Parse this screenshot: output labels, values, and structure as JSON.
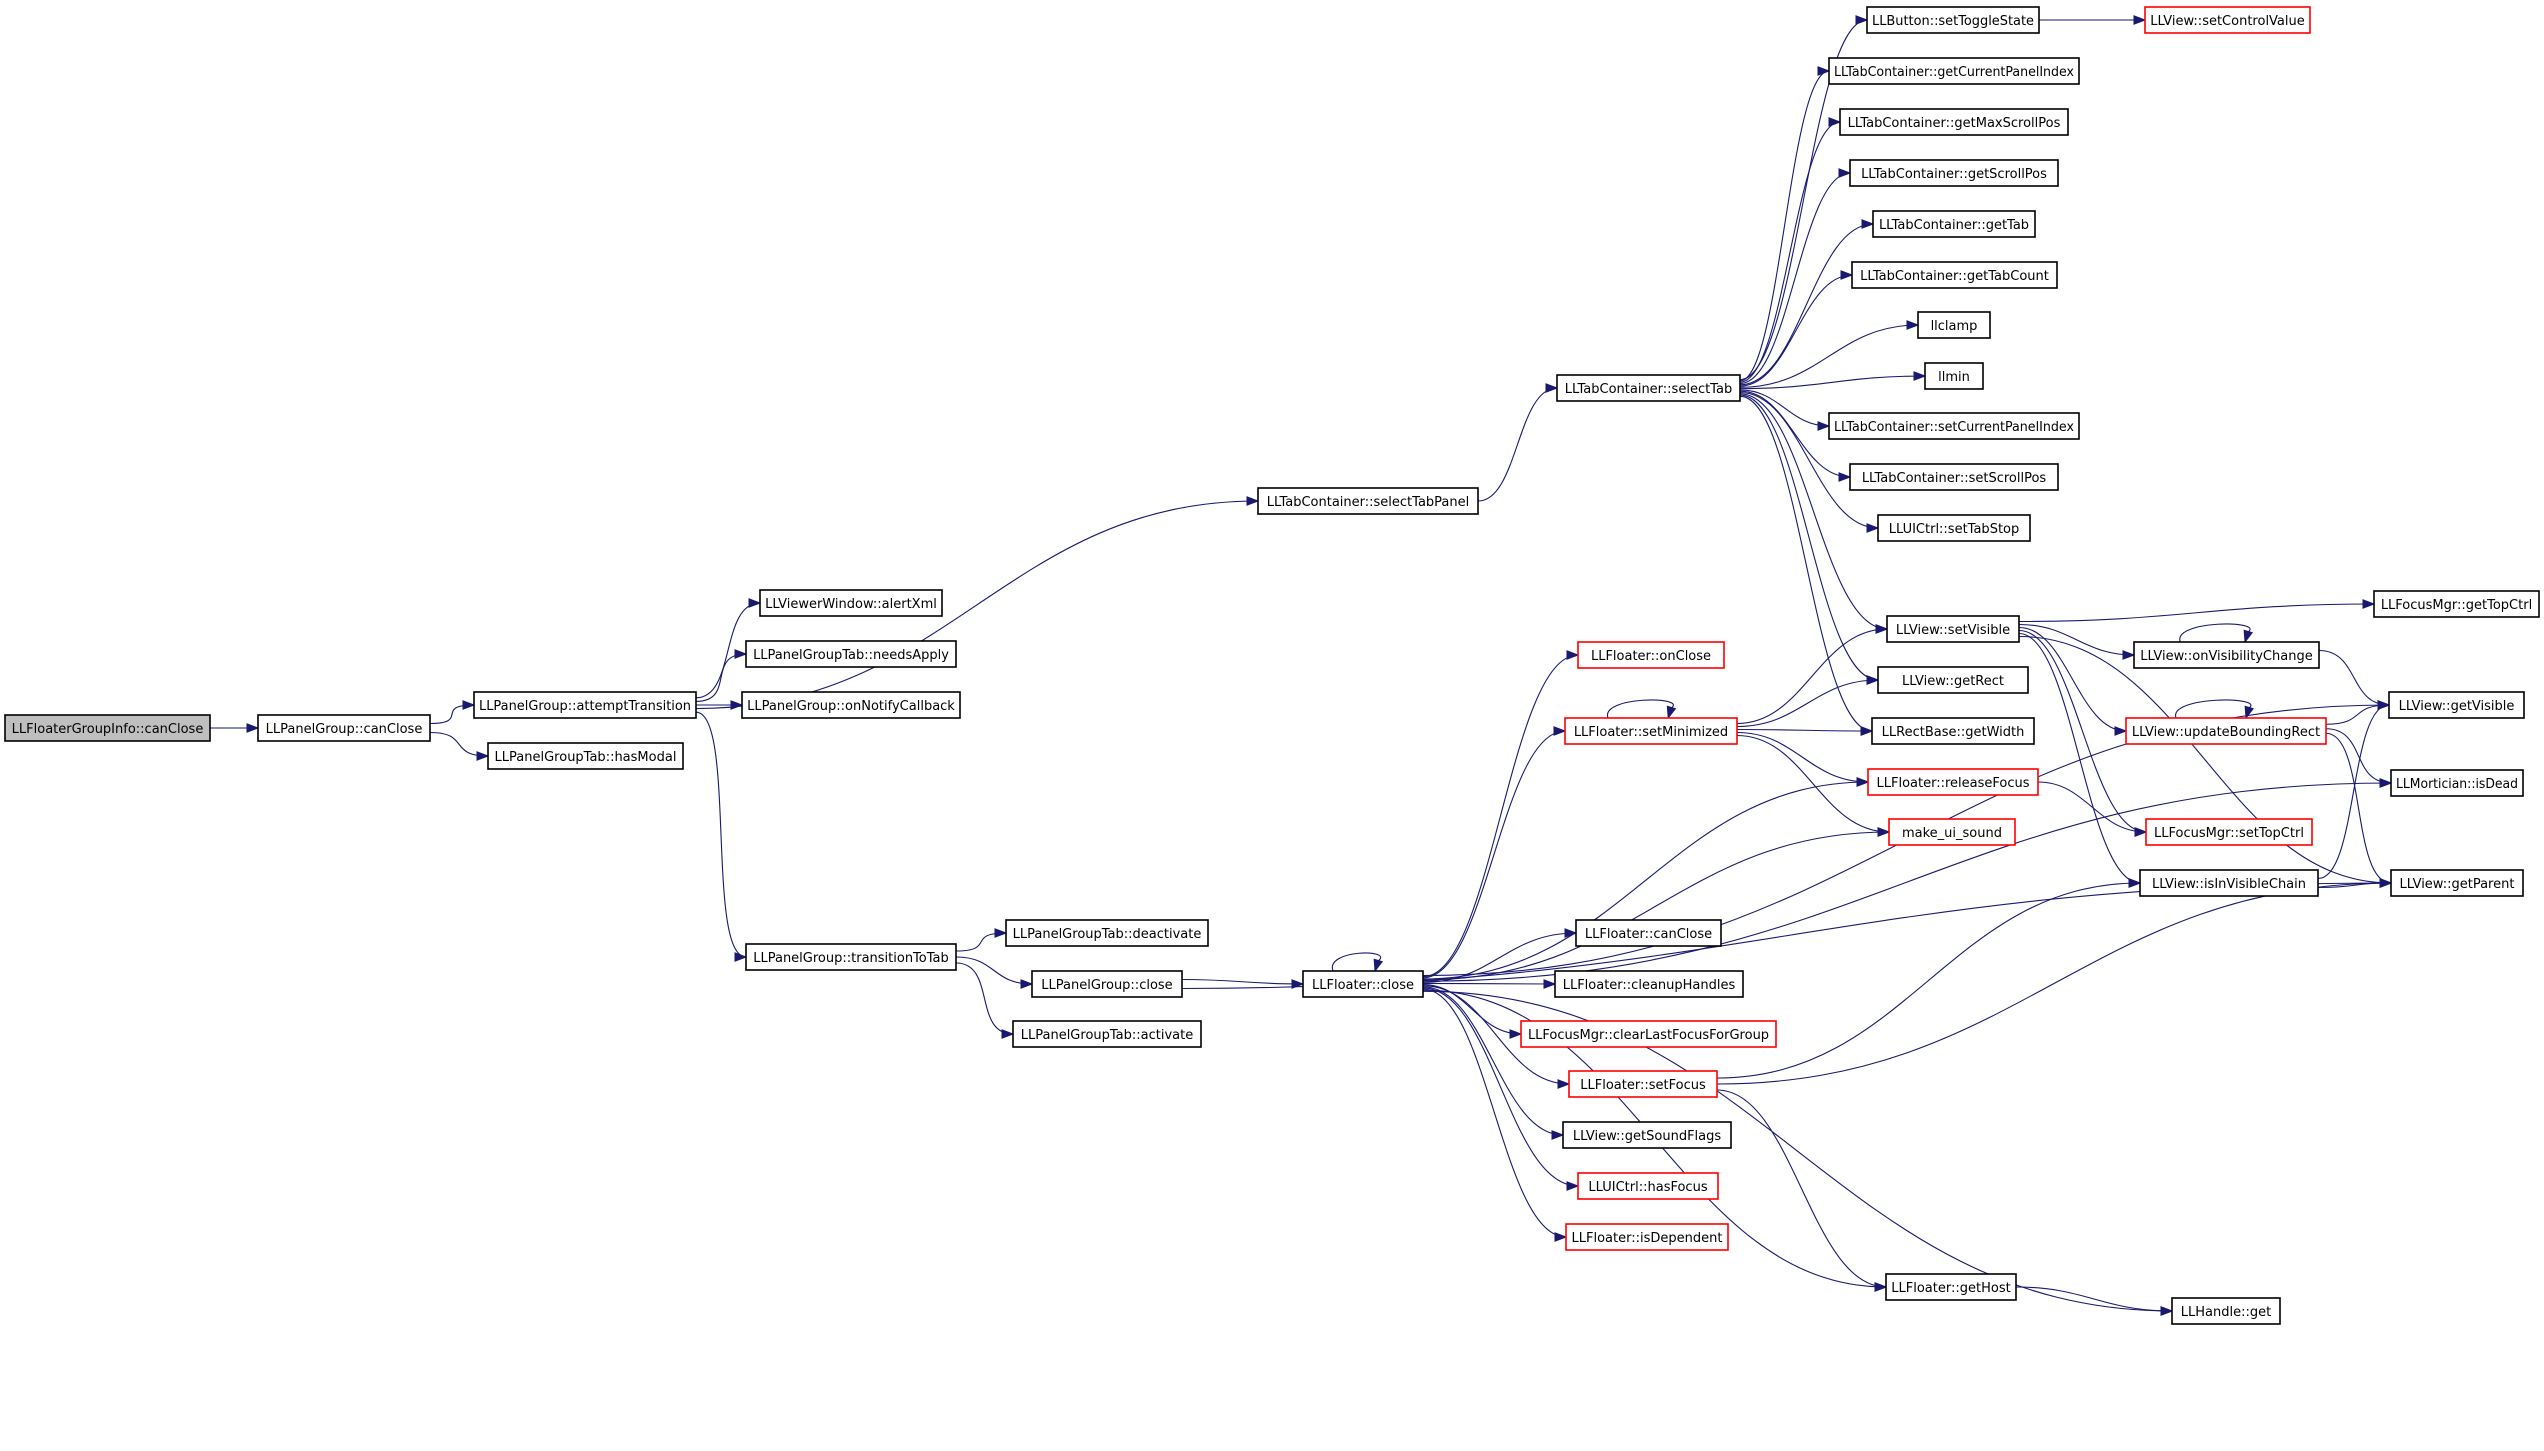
{
  "colors": {
    "edge": "#191970",
    "box_border": "#000000",
    "highlight_border": "#ff0000",
    "root_fill": "#bfbfbf",
    "node_fill": "#ffffff"
  },
  "nodes": [
    {
      "id": "n_root",
      "label": "LLFloaterGroupInfo::canClose",
      "style": "root"
    },
    {
      "id": "n_pg_canclose",
      "label": "LLPanelGroup::canClose",
      "style": "normal"
    },
    {
      "id": "n_attempt",
      "label": "LLPanelGroup::attemptTransition",
      "style": "normal"
    },
    {
      "id": "n_hasmodal",
      "label": "LLPanelGroupTab::hasModal",
      "style": "normal"
    },
    {
      "id": "n_alertxml",
      "label": "LLViewerWindow::alertXml",
      "style": "normal"
    },
    {
      "id": "n_needsapply",
      "label": "LLPanelGroupTab::needsApply",
      "style": "normal"
    },
    {
      "id": "n_onnotify",
      "label": "LLPanelGroup::onNotifyCallback",
      "style": "normal"
    },
    {
      "id": "n_selecttabpanel",
      "label": "LLTabContainer::selectTabPanel",
      "style": "normal"
    },
    {
      "id": "n_transition",
      "label": "LLPanelGroup::transitionToTab",
      "style": "normal"
    },
    {
      "id": "n_selecttab",
      "label": "LLTabContainer::selectTab",
      "style": "normal"
    },
    {
      "id": "n_settoggle",
      "label": "LLButton::setToggleState",
      "style": "normal"
    },
    {
      "id": "n_setcontrol",
      "label": "LLView::setControlValue",
      "style": "highlight"
    },
    {
      "id": "n_getcurpanel",
      "label": "LLTabContainer::getCurrentPanelIndex",
      "style": "normal"
    },
    {
      "id": "n_getmaxscroll",
      "label": "LLTabContainer::getMaxScrollPos",
      "style": "normal"
    },
    {
      "id": "n_getscroll",
      "label": "LLTabContainer::getScrollPos",
      "style": "normal"
    },
    {
      "id": "n_gettab",
      "label": "LLTabContainer::getTab",
      "style": "normal"
    },
    {
      "id": "n_gettabcount",
      "label": "LLTabContainer::getTabCount",
      "style": "normal"
    },
    {
      "id": "n_llclamp",
      "label": "llclamp",
      "style": "normal"
    },
    {
      "id": "n_llmin",
      "label": "llmin",
      "style": "normal"
    },
    {
      "id": "n_setcurpanel",
      "label": "LLTabContainer::setCurrentPanelIndex",
      "style": "normal"
    },
    {
      "id": "n_setscroll",
      "label": "LLTabContainer::setScrollPos",
      "style": "normal"
    },
    {
      "id": "n_settabstop",
      "label": "LLUICtrl::setTabStop",
      "style": "normal"
    },
    {
      "id": "n_setvisible",
      "label": "LLView::setVisible",
      "style": "normal"
    },
    {
      "id": "n_gettopctrl",
      "label": "LLFocusMgr::getTopCtrl",
      "style": "normal"
    },
    {
      "id": "n_onvischange",
      "label": "LLView::onVisibilityChange",
      "style": "normal"
    },
    {
      "id": "n_getvisible",
      "label": "LLView::getVisible",
      "style": "normal"
    },
    {
      "id": "n_updatebounding",
      "label": "LLView::updateBoundingRect",
      "style": "highlight"
    },
    {
      "id": "n_isdead",
      "label": "LLMortician::isDead",
      "style": "normal"
    },
    {
      "id": "n_settopctrl",
      "label": "LLFocusMgr::setTopCtrl",
      "style": "highlight"
    },
    {
      "id": "n_isinvisiblechain",
      "label": "LLView::isInVisibleChain",
      "style": "normal"
    },
    {
      "id": "n_getparent",
      "label": "LLView::getParent",
      "style": "normal"
    },
    {
      "id": "n_onclose",
      "label": "LLFloater::onClose",
      "style": "highlight"
    },
    {
      "id": "n_getrect",
      "label": "LLView::getRect",
      "style": "normal"
    },
    {
      "id": "n_setminimized",
      "label": "LLFloater::setMinimized",
      "style": "highlight"
    },
    {
      "id": "n_getwidth",
      "label": "LLRectBase::getWidth",
      "style": "normal"
    },
    {
      "id": "n_releasefocus",
      "label": "LLFloater::releaseFocus",
      "style": "highlight"
    },
    {
      "id": "n_makeuisound",
      "label": "make_ui_sound",
      "style": "highlight"
    },
    {
      "id": "n_deactivate",
      "label": "LLPanelGroupTab::deactivate",
      "style": "normal"
    },
    {
      "id": "n_pg_close",
      "label": "LLPanelGroup::close",
      "style": "normal"
    },
    {
      "id": "n_activate",
      "label": "LLPanelGroupTab::activate",
      "style": "normal"
    },
    {
      "id": "n_fl_close",
      "label": "LLFloater::close",
      "style": "normal"
    },
    {
      "id": "n_fl_canclose",
      "label": "LLFloater::canClose",
      "style": "normal"
    },
    {
      "id": "n_cleanup",
      "label": "LLFloater::cleanupHandles",
      "style": "normal"
    },
    {
      "id": "n_clearlastfocus",
      "label": "LLFocusMgr::clearLastFocusForGroup",
      "style": "highlight"
    },
    {
      "id": "n_setfocus",
      "label": "LLFloater::setFocus",
      "style": "highlight"
    },
    {
      "id": "n_getsoundflags",
      "label": "LLView::getSoundFlags",
      "style": "normal"
    },
    {
      "id": "n_hasfocus",
      "label": "LLUICtrl::hasFocus",
      "style": "highlight"
    },
    {
      "id": "n_isdependent",
      "label": "LLFloater::isDependent",
      "style": "highlight"
    },
    {
      "id": "n_gethost",
      "label": "LLFloater::getHost",
      "style": "normal"
    },
    {
      "id": "n_handleget",
      "label": "LLHandle::get",
      "style": "normal"
    }
  ],
  "edges": [
    {
      "from": "n_root",
      "to": "n_pg_canclose"
    },
    {
      "from": "n_pg_canclose",
      "to": "n_attempt"
    },
    {
      "from": "n_pg_canclose",
      "to": "n_hasmodal"
    },
    {
      "from": "n_attempt",
      "to": "n_alertxml"
    },
    {
      "from": "n_attempt",
      "to": "n_needsapply"
    },
    {
      "from": "n_attempt",
      "to": "n_onnotify"
    },
    {
      "from": "n_attempt",
      "to": "n_selecttabpanel"
    },
    {
      "from": "n_attempt",
      "to": "n_transition"
    },
    {
      "from": "n_selecttabpanel",
      "to": "n_selecttab"
    },
    {
      "from": "n_selecttab",
      "to": "n_settoggle"
    },
    {
      "from": "n_selecttab",
      "to": "n_getcurpanel"
    },
    {
      "from": "n_selecttab",
      "to": "n_getmaxscroll"
    },
    {
      "from": "n_selecttab",
      "to": "n_getscroll"
    },
    {
      "from": "n_selecttab",
      "to": "n_gettab"
    },
    {
      "from": "n_selecttab",
      "to": "n_gettabcount"
    },
    {
      "from": "n_selecttab",
      "to": "n_llclamp"
    },
    {
      "from": "n_selecttab",
      "to": "n_llmin"
    },
    {
      "from": "n_selecttab",
      "to": "n_setcurpanel"
    },
    {
      "from": "n_selecttab",
      "to": "n_setscroll"
    },
    {
      "from": "n_selecttab",
      "to": "n_settabstop"
    },
    {
      "from": "n_selecttab",
      "to": "n_setvisible"
    },
    {
      "from": "n_selecttab",
      "to": "n_getrect"
    },
    {
      "from": "n_selecttab",
      "to": "n_getwidth"
    },
    {
      "from": "n_settoggle",
      "to": "n_setcontrol"
    },
    {
      "from": "n_setvisible",
      "to": "n_gettopctrl"
    },
    {
      "from": "n_setvisible",
      "to": "n_onvischange"
    },
    {
      "from": "n_setvisible",
      "to": "n_updatebounding"
    },
    {
      "from": "n_setvisible",
      "to": "n_settopctrl"
    },
    {
      "from": "n_setvisible",
      "to": "n_isinvisiblechain"
    },
    {
      "from": "n_setvisible",
      "to": "n_getparent"
    },
    {
      "from": "n_onvischange",
      "to": "n_onvischange"
    },
    {
      "from": "n_onvischange",
      "to": "n_getvisible"
    },
    {
      "from": "n_updatebounding",
      "to": "n_updatebounding"
    },
    {
      "from": "n_updatebounding",
      "to": "n_getvisible"
    },
    {
      "from": "n_updatebounding",
      "to": "n_isdead"
    },
    {
      "from": "n_updatebounding",
      "to": "n_getparent"
    },
    {
      "from": "n_isinvisiblechain",
      "to": "n_getvisible"
    },
    {
      "from": "n_isinvisiblechain",
      "to": "n_getparent"
    },
    {
      "from": "n_releasefocus",
      "to": "n_settopctrl"
    },
    {
      "from": "n_setminimized",
      "to": "n_setminimized"
    },
    {
      "from": "n_setminimized",
      "to": "n_setvisible"
    },
    {
      "from": "n_setminimized",
      "to": "n_getrect"
    },
    {
      "from": "n_setminimized",
      "to": "n_getwidth"
    },
    {
      "from": "n_setminimized",
      "to": "n_releasefocus"
    },
    {
      "from": "n_setminimized",
      "to": "n_makeuisound"
    },
    {
      "from": "n_transition",
      "to": "n_deactivate"
    },
    {
      "from": "n_transition",
      "to": "n_pg_close"
    },
    {
      "from": "n_transition",
      "to": "n_activate"
    },
    {
      "from": "n_pg_close",
      "to": "n_fl_close"
    },
    {
      "from": "n_pg_close",
      "to": "n_getparent"
    },
    {
      "from": "n_fl_close",
      "to": "n_fl_close"
    },
    {
      "from": "n_fl_close",
      "to": "n_getvisible"
    },
    {
      "from": "n_fl_close",
      "to": "n_onclose"
    },
    {
      "from": "n_fl_close",
      "to": "n_setminimized"
    },
    {
      "from": "n_fl_close",
      "to": "n_releasefocus"
    },
    {
      "from": "n_fl_close",
      "to": "n_makeuisound"
    },
    {
      "from": "n_fl_close",
      "to": "n_isdead"
    },
    {
      "from": "n_fl_close",
      "to": "n_fl_canclose"
    },
    {
      "from": "n_fl_close",
      "to": "n_cleanup"
    },
    {
      "from": "n_fl_close",
      "to": "n_clearlastfocus"
    },
    {
      "from": "n_fl_close",
      "to": "n_setfocus"
    },
    {
      "from": "n_fl_close",
      "to": "n_getsoundflags"
    },
    {
      "from": "n_fl_close",
      "to": "n_hasfocus"
    },
    {
      "from": "n_fl_close",
      "to": "n_isdependent"
    },
    {
      "from": "n_fl_close",
      "to": "n_gethost"
    },
    {
      "from": "n_fl_close",
      "to": "n_handleget"
    },
    {
      "from": "n_setfocus",
      "to": "n_isinvisiblechain"
    },
    {
      "from": "n_setfocus",
      "to": "n_getparent"
    },
    {
      "from": "n_setfocus",
      "to": "n_gethost"
    },
    {
      "from": "n_gethost",
      "to": "n_handleget"
    }
  ]
}
